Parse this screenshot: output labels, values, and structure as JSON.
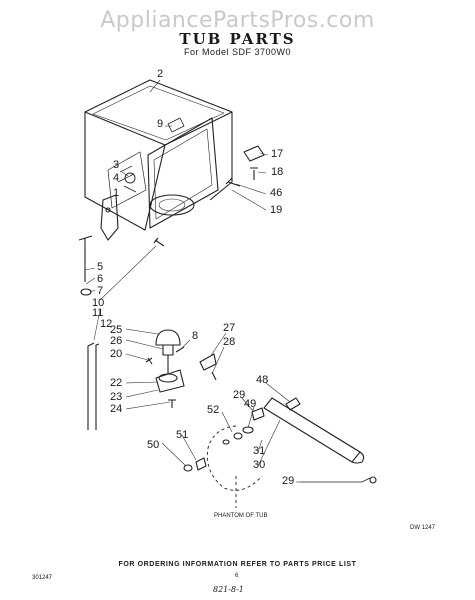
{
  "watermark": "AppliancePartsPros.com",
  "title": "TUB PARTS",
  "subtitle": "For Model SDF 3700W0",
  "callouts": [
    "2",
    "9",
    "17",
    "18",
    "46",
    "19",
    "3",
    "4",
    "1",
    "5",
    "6",
    "7",
    "10",
    "11",
    "12",
    "25",
    "26",
    "8",
    "27",
    "28",
    "20",
    "22",
    "23",
    "24",
    "48",
    "29",
    "49",
    "52",
    "51",
    "50",
    "31",
    "30",
    "29"
  ],
  "phantom_label": "PHANTOM OF TUB",
  "drawing_number": "DW 1247",
  "footer": "FOR ORDERING INFORMATION REFER TO PARTS PRICE LIST",
  "doc_code": "301247",
  "page_num": "6",
  "signature": "821-8-1"
}
